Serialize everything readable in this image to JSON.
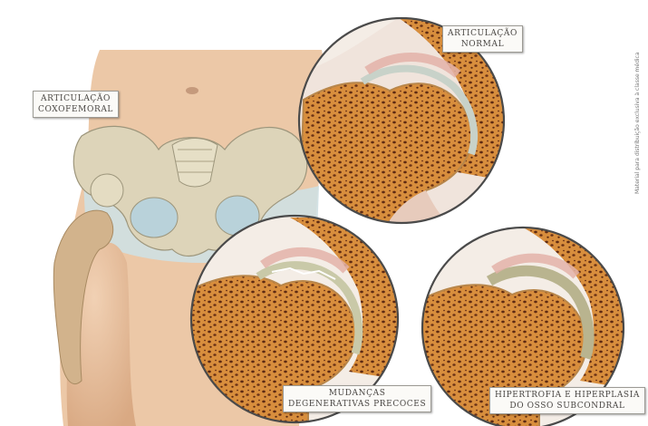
{
  "labels": {
    "hip_joint": [
      "Articulação",
      "coxofemoral"
    ],
    "normal_joint": [
      "Articulação",
      "normal"
    ],
    "early_changes": [
      "Mudanças",
      "degenerativas precoces"
    ],
    "hypertrophy": [
      "Hipertrofia e hiperplasia",
      "do osso subcondral"
    ]
  },
  "credit": "Material para distribuição exclusiva à classe médica",
  "colors": {
    "bone_sponge": "#d88e3d",
    "bone_pore": "#5e2a12",
    "cartilage": "#c8d2c9",
    "synovium": "#e3b1a8",
    "skin": "#e9c2a0",
    "pelvis_bone": "#dcd3b8",
    "underwear": "#c7dce0"
  }
}
